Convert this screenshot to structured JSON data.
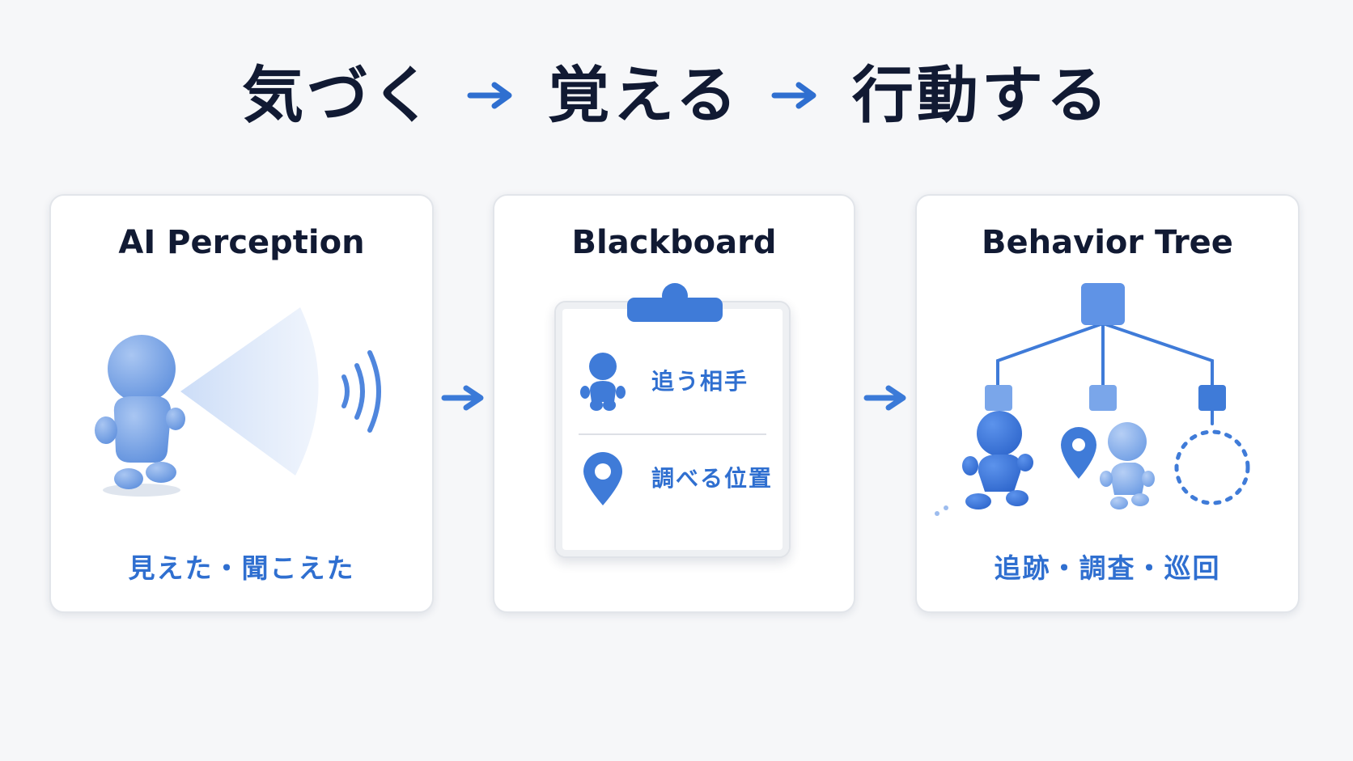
{
  "headline": {
    "step1": "気づく",
    "step2": "覚える",
    "step3": "行動する"
  },
  "cards": {
    "perception": {
      "title": "AI Perception",
      "caption": "見えた・聞こえた"
    },
    "blackboard": {
      "title": "Blackboard",
      "entries": [
        "追う相手",
        "調べる位置"
      ]
    },
    "behavior_tree": {
      "title": "Behavior Tree",
      "caption": "追跡・調査・巡回"
    }
  },
  "colors": {
    "accent": "#2f6fd0",
    "heading": "#111a33",
    "figure": "#6f9fe6",
    "background": "#f6f7f9"
  }
}
